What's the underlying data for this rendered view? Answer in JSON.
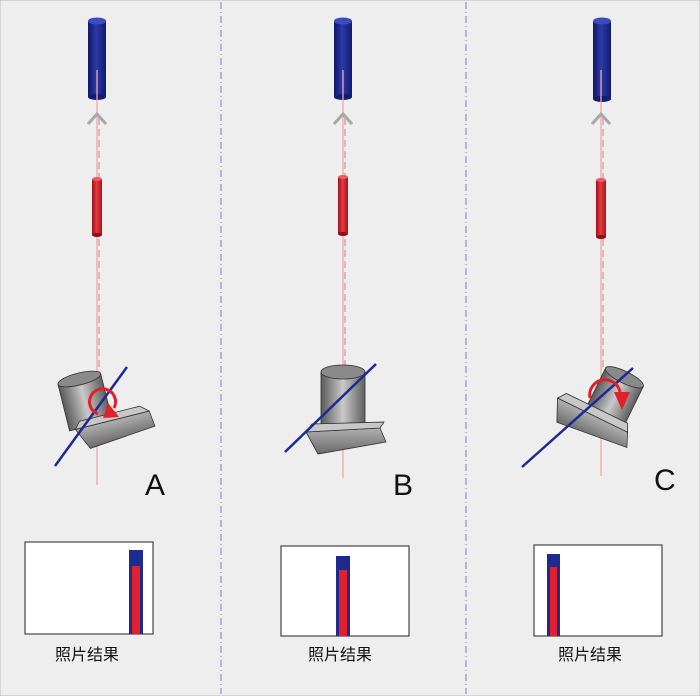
{
  "figure": {
    "colors": {
      "background": "#eeeeee",
      "blue_cylinder": "#1d2a8f",
      "red_cylinder": "#d4202b",
      "beam": "#f2a7a7",
      "arrow_head": "#a8a8a8",
      "housing": "#8a8a8a",
      "divider": "#7b7fc4",
      "photo_bar_outer": "#1d2a8f",
      "photo_bar_inner": "#e0202b"
    },
    "panels": [
      {
        "letter": "A",
        "caption": "照片结果",
        "rotation_direction": "clockwise"
      },
      {
        "letter": "B",
        "caption": "照片结果",
        "rotation_direction": "none"
      },
      {
        "letter": "C",
        "caption": "照片结果",
        "rotation_direction": "clockwise"
      }
    ]
  }
}
